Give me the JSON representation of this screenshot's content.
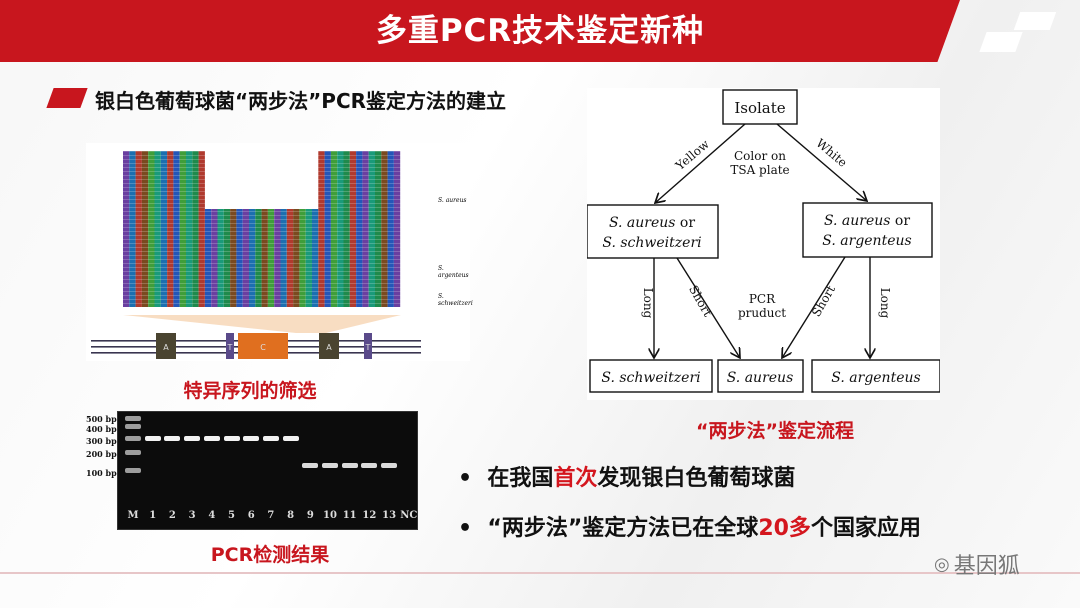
{
  "header": {
    "title": "多重PCR技术鉴定新种"
  },
  "section": {
    "title": "银白色葡萄球菌“两步法”PCR鉴定方法的建立"
  },
  "alignment": {
    "caption": "特异序列的筛选",
    "groups": [
      "S. aureus",
      "S. argenteus",
      "S. schweitzeri"
    ],
    "gene_blocks": [
      "A",
      "T",
      "C",
      "A",
      "T"
    ]
  },
  "gel": {
    "caption": "PCR检测结果",
    "ladder": [
      "500 bp",
      "400 bp",
      "300 bp",
      "200 bp",
      "100 bp"
    ],
    "lanes": [
      "M",
      "1",
      "2",
      "3",
      "4",
      "5",
      "6",
      "7",
      "8",
      "9",
      "10",
      "11",
      "12",
      "13",
      "NC"
    ]
  },
  "flowchart": {
    "caption": "“两步法”鉴定流程",
    "root": "Isolate",
    "yellow": "Yellow",
    "white": "White",
    "color_label": [
      "Color on",
      "TSA plate"
    ],
    "left_box": [
      "S. aureus",
      " or",
      "S. schweitzeri"
    ],
    "right_box": [
      "S. aureus",
      " or",
      "S. argenteus"
    ],
    "long": "Long",
    "short": "Short",
    "pcr_label": [
      "PCR",
      "pruduct"
    ],
    "leaf_left": "S. schweitzeri",
    "leaf_mid": "S. aureus",
    "leaf_right": "S. argenteus"
  },
  "bullets": [
    {
      "pre": "在我国",
      "hl": "首次",
      "post": "发现银白色葡萄球菌"
    },
    {
      "pre": "“两步法”鉴定方法已在全球",
      "hl": "20多",
      "post": "个国家应用"
    }
  ],
  "watermark": "基因狐",
  "colors": {
    "brand_red": "#c8161e"
  }
}
